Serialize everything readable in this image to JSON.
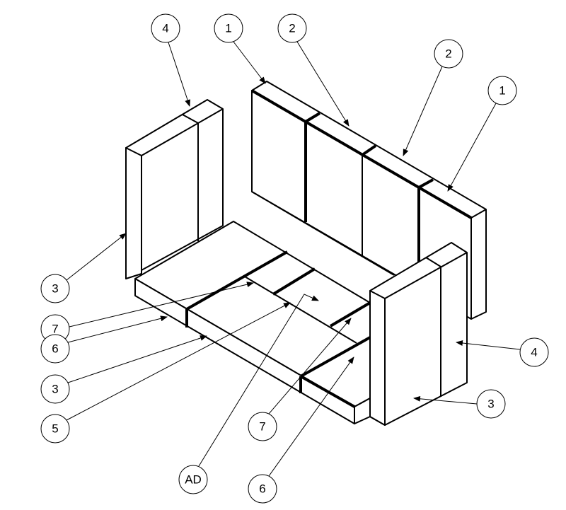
{
  "diagram": {
    "type": "isometric exploded assembly",
    "callouts": [
      {
        "id": "c1",
        "label": "4"
      },
      {
        "id": "c2",
        "label": "1"
      },
      {
        "id": "c3",
        "label": "2"
      },
      {
        "id": "c4",
        "label": "2"
      },
      {
        "id": "c5",
        "label": "1"
      },
      {
        "id": "c6",
        "label": "3"
      },
      {
        "id": "c7",
        "label": "7"
      },
      {
        "id": "c8",
        "label": "6"
      },
      {
        "id": "c9",
        "label": "3"
      },
      {
        "id": "c10",
        "label": "5"
      },
      {
        "id": "c11",
        "label": "AD"
      },
      {
        "id": "c12",
        "label": "7"
      },
      {
        "id": "c13",
        "label": "6"
      },
      {
        "id": "c14",
        "label": "4"
      },
      {
        "id": "c15",
        "label": "3"
      }
    ]
  }
}
